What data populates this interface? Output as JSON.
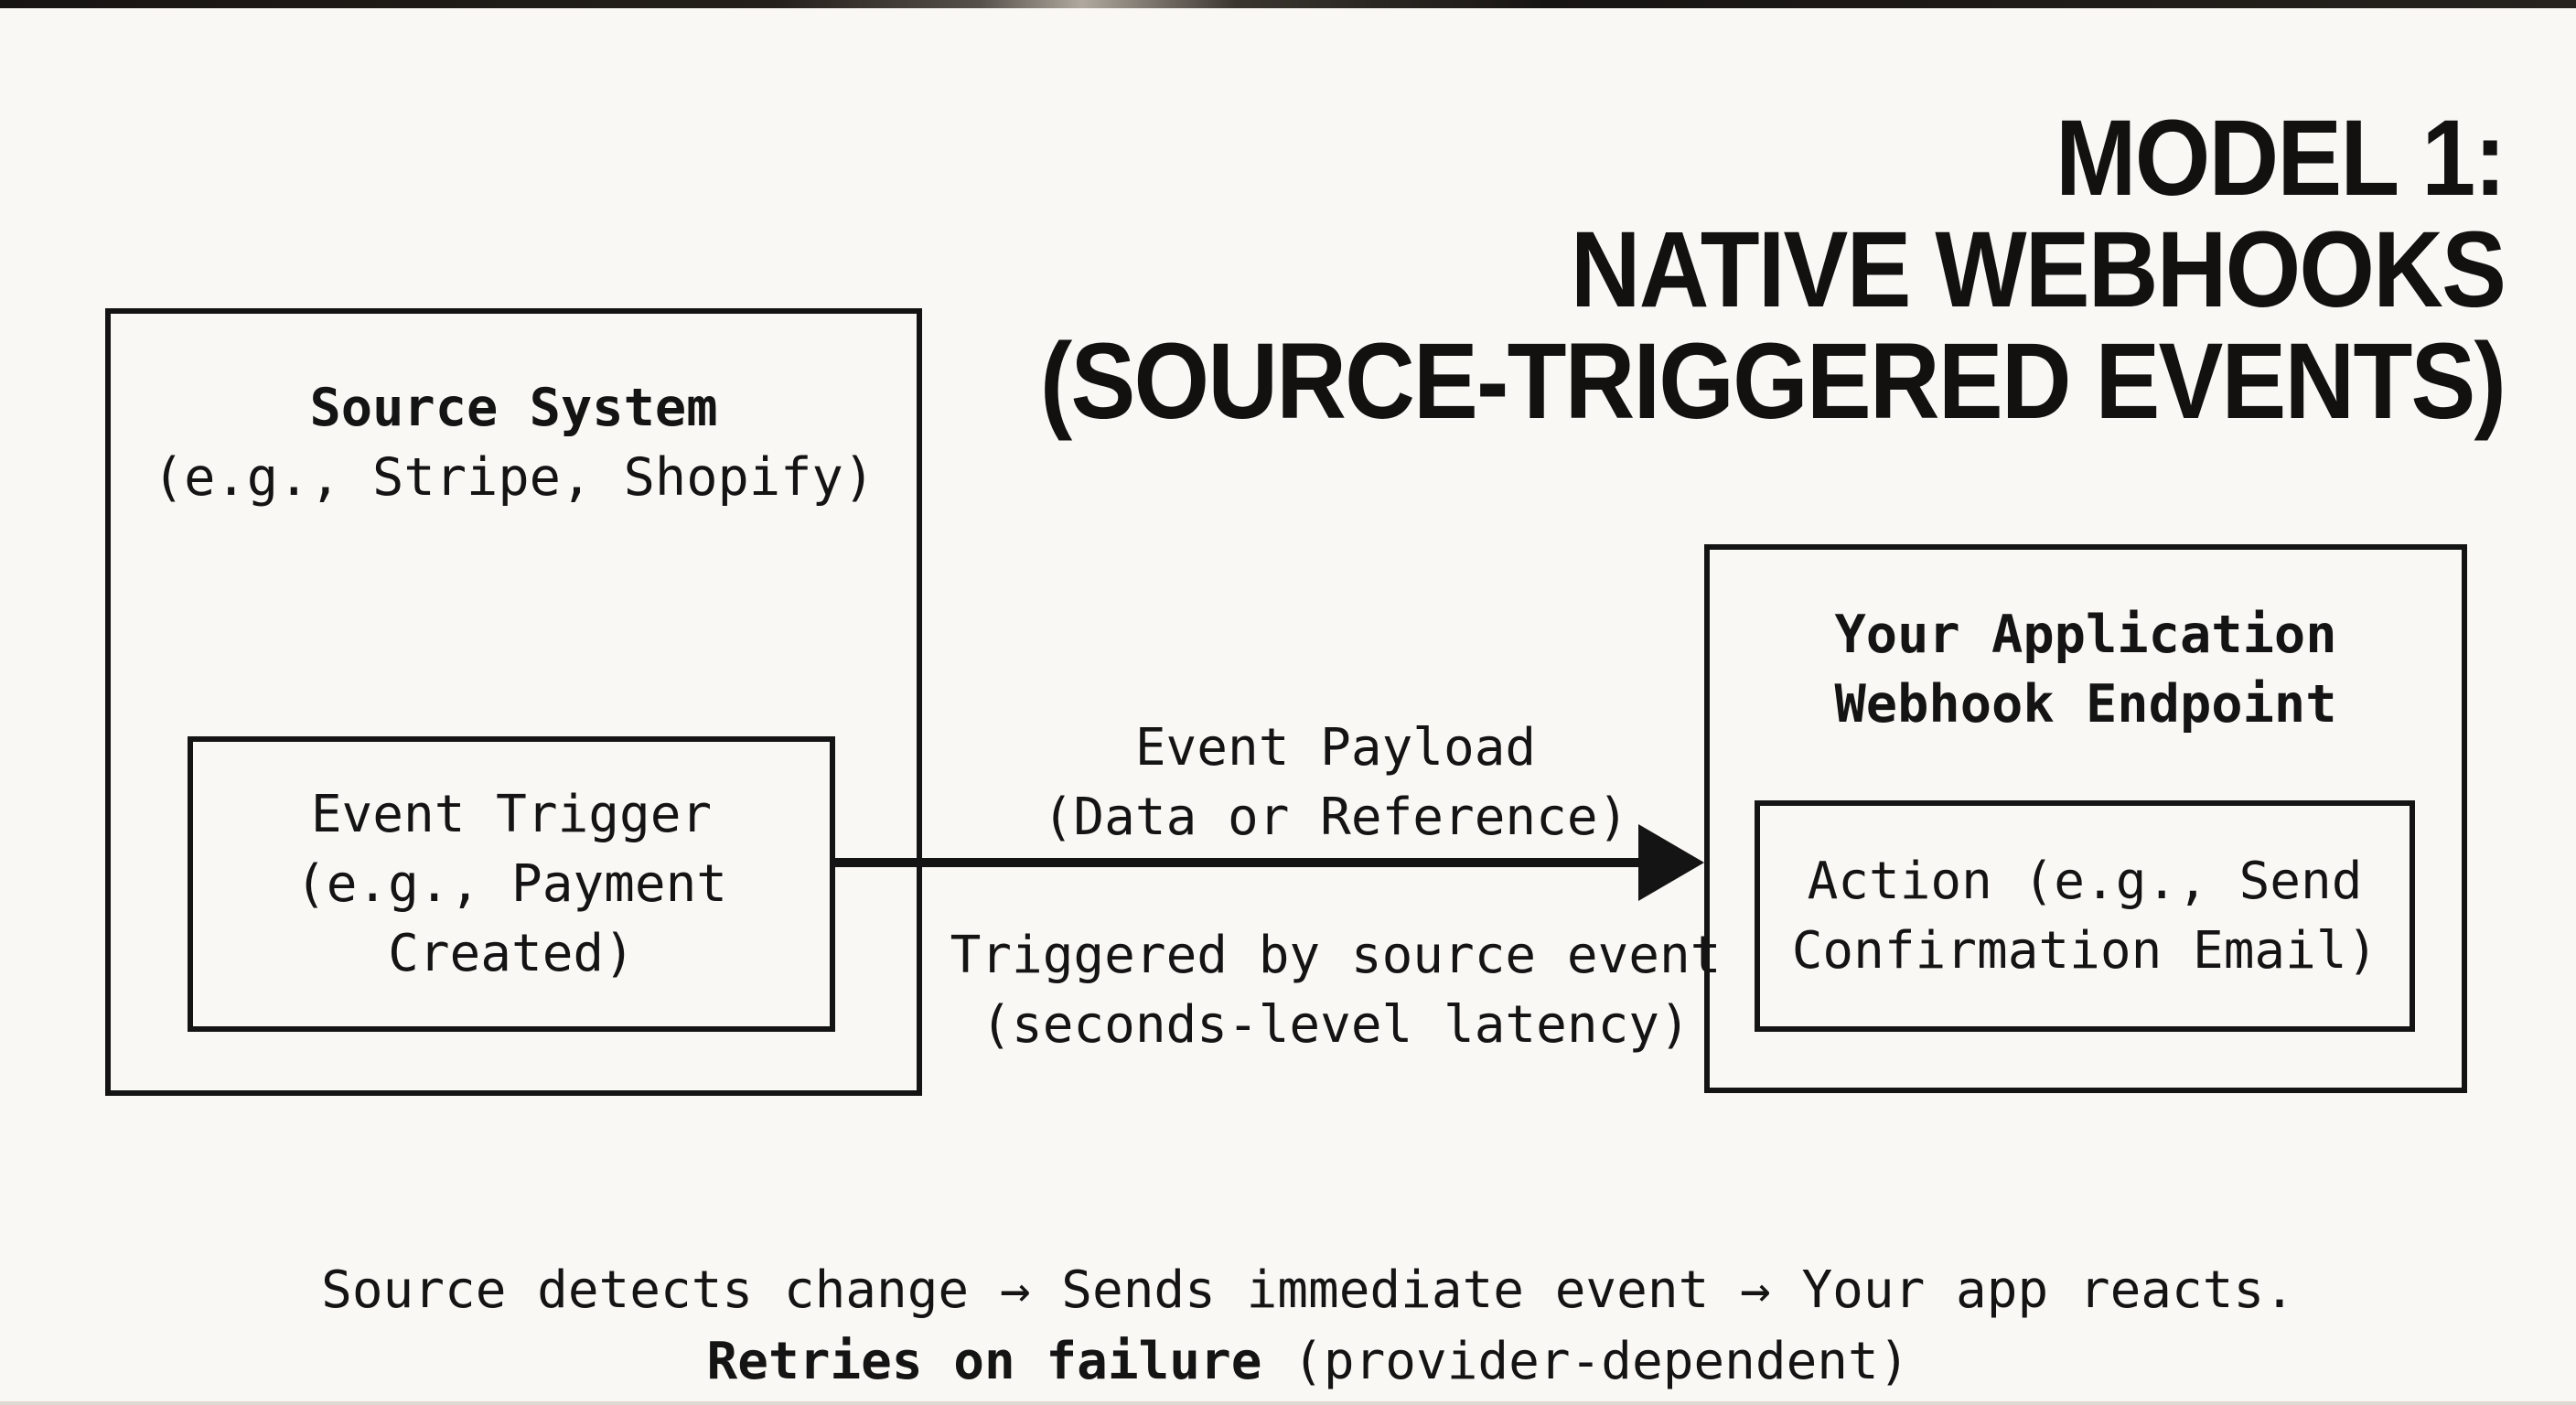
{
  "title": {
    "line1": "MODEL 1:",
    "line2": "NATIVE WEBHOOKS",
    "line3": "(SOURCE-TRIGGERED EVENTS)"
  },
  "source_box": {
    "title": "Source System",
    "subtitle": "(e.g., Stripe, Shopify)",
    "trigger_line1": "Event Trigger",
    "trigger_line2": "(e.g., Payment",
    "trigger_line3": "Created)"
  },
  "flow": {
    "top_label_line1": "Event Payload",
    "top_label_line2": "(Data or Reference)",
    "bottom_label_line1": "Triggered by source event",
    "bottom_label_line2": "(seconds-level latency)"
  },
  "app_box": {
    "title_line1": "Your Application",
    "title_line2": "Webhook Endpoint",
    "action_line1": "Action (e.g., Send",
    "action_line2": "Confirmation Email)"
  },
  "footer": {
    "line1": "Source detects change → Sends immediate event → Your app reacts.",
    "line2_bold": "Retries on failure",
    "line2_rest": "(provider-dependent)"
  },
  "colors": {
    "background": "#faf8f5",
    "ink": "#141414"
  }
}
